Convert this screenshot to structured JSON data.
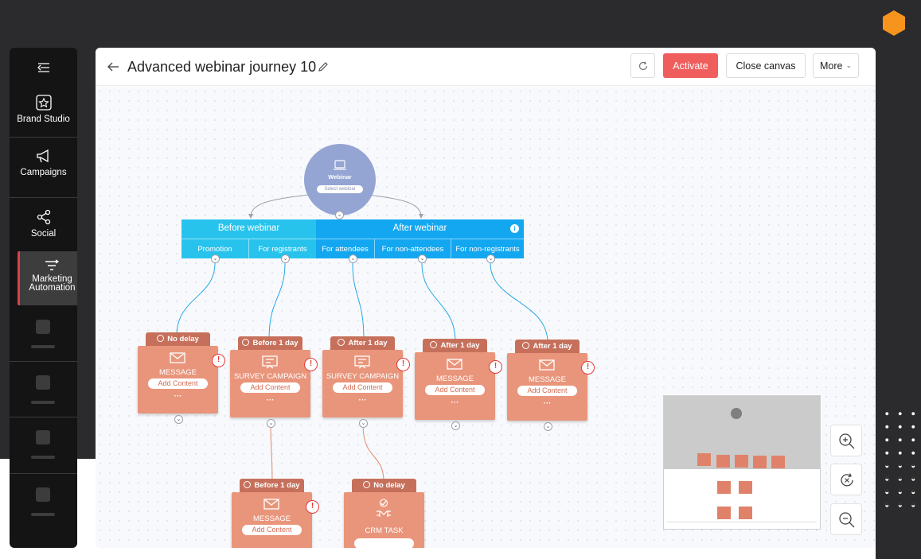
{
  "sidebar": {
    "items": [
      {
        "label": "Brand Studio",
        "icon": "brand-studio-icon"
      },
      {
        "label": "Campaigns",
        "icon": "megaphone-icon"
      },
      {
        "label": "Social",
        "icon": "share-icon"
      },
      {
        "label": "Marketing\nAutomation",
        "icon": "funnel-icon",
        "active": true
      }
    ]
  },
  "header": {
    "title": "Advanced webinar journey 10",
    "activate_label": "Activate",
    "close_label": "Close canvas",
    "more_label": "More"
  },
  "trigger": {
    "label": "Webinar",
    "select_label": "Select webinar",
    "color": "#94a4d3"
  },
  "split": {
    "before": {
      "label": "Before webinar",
      "branches": [
        "Promotion",
        "For registrants"
      ]
    },
    "after": {
      "label": "After webinar",
      "branches": [
        "For attendees",
        "For non-attendees",
        "For non-registrants"
      ]
    }
  },
  "actions": [
    {
      "tag": "No delay",
      "label": "MESSAGE",
      "button": "Add Content",
      "icon": "mail-icon"
    },
    {
      "tag": "Before 1 day",
      "label": "SURVEY CAMPAIGN",
      "button": "Add Content",
      "icon": "survey-icon"
    },
    {
      "tag": "After 1 day",
      "label": "SURVEY CAMPAIGN",
      "button": "Add Content",
      "icon": "survey-icon"
    },
    {
      "tag": "After 1 day",
      "label": "MESSAGE",
      "button": "Add Content",
      "icon": "mail-icon"
    },
    {
      "tag": "After 1 day",
      "label": "MESSAGE",
      "button": "Add Content",
      "icon": "mail-icon"
    },
    {
      "tag": "Before 1 day",
      "label": "MESSAGE",
      "button": "Add Content",
      "icon": "mail-icon"
    },
    {
      "tag": "No delay",
      "label": "CRM TASK",
      "button": "",
      "icon": "crm-task-icon"
    }
  ],
  "colors": {
    "accent": "#ef5d5d",
    "before_split": "#28c3ed",
    "after_split": "#13a7f1",
    "card": "#e9957b",
    "card_tag": "#c6705b",
    "brand": "#f7941d"
  }
}
